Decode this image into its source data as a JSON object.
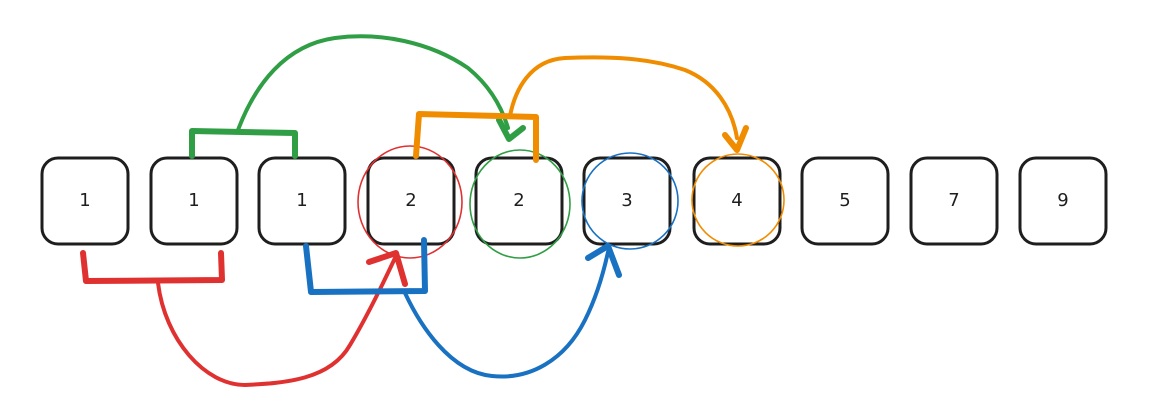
{
  "boxes": [
    {
      "label": "1"
    },
    {
      "label": "1"
    },
    {
      "label": "1"
    },
    {
      "label": "2"
    },
    {
      "label": "2"
    },
    {
      "label": "3"
    },
    {
      "label": "4"
    },
    {
      "label": "5"
    },
    {
      "label": "7"
    },
    {
      "label": "9"
    }
  ],
  "colors": {
    "red": "#e03131",
    "green": "#2f9e44",
    "blue": "#1971c2",
    "orange": "#f08c00",
    "ink": "#1e1e1e"
  }
}
